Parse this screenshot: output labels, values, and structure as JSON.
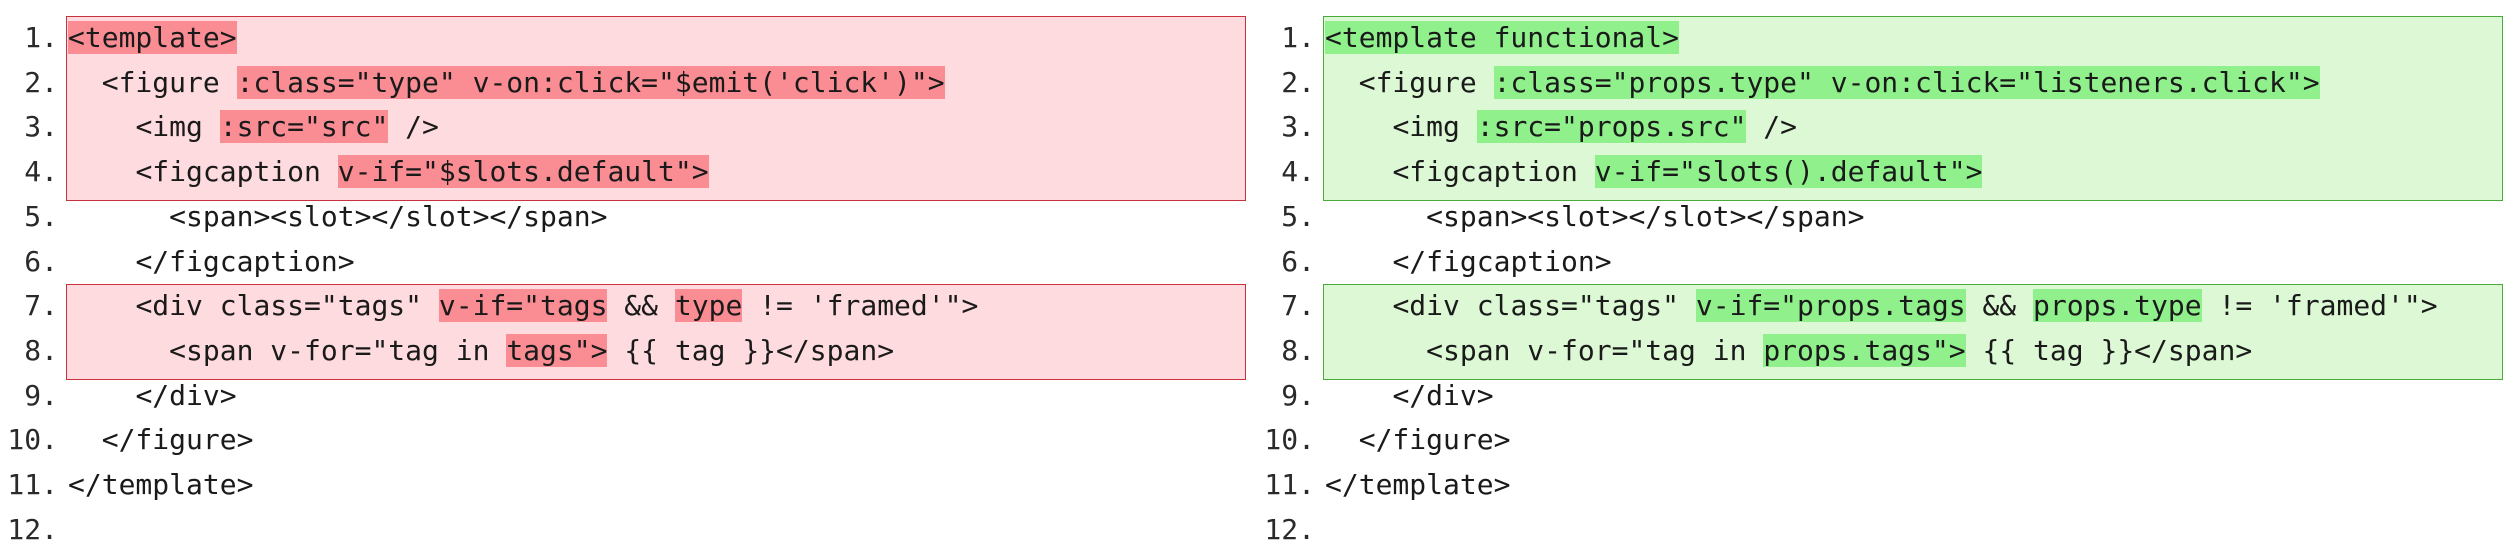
{
  "diff": {
    "left": {
      "hunks": [
        [
          1,
          4
        ],
        [
          7,
          8
        ]
      ],
      "lines": [
        {
          "n": "1.",
          "i": 0,
          "seg": [
            {
              "t": "<template>",
              "h": true
            }
          ]
        },
        {
          "n": "2.",
          "i": 1,
          "seg": [
            {
              "t": "<figure "
            },
            {
              "t": ":class=\"type\" v-on:click=\"$emit('click')\">",
              "h": true
            }
          ]
        },
        {
          "n": "3.",
          "i": 2,
          "seg": [
            {
              "t": "<img "
            },
            {
              "t": ":src=\"src\"",
              "h": true
            },
            {
              "t": " />"
            }
          ]
        },
        {
          "n": "4.",
          "i": 2,
          "seg": [
            {
              "t": "<figcaption "
            },
            {
              "t": "v-if=\"$slots.default\">",
              "h": true
            }
          ]
        },
        {
          "n": "5.",
          "i": 3,
          "seg": [
            {
              "t": "<span><slot></slot></span>"
            }
          ]
        },
        {
          "n": "6.",
          "i": 2,
          "seg": [
            {
              "t": "</figcaption>"
            }
          ]
        },
        {
          "n": "7.",
          "i": 2,
          "seg": [
            {
              "t": "<div class=\"tags\" "
            },
            {
              "t": "v-if=\"tags",
              "h": true
            },
            {
              "t": " && "
            },
            {
              "t": "type",
              "h": true
            },
            {
              "t": " != 'framed'\">"
            }
          ]
        },
        {
          "n": "8.",
          "i": 3,
          "seg": [
            {
              "t": "<span v-for=\"tag in "
            },
            {
              "t": "tags\">",
              "h": true
            },
            {
              "t": " {{ tag }}</span>"
            }
          ]
        },
        {
          "n": "9.",
          "i": 2,
          "seg": [
            {
              "t": "</div>"
            }
          ]
        },
        {
          "n": "10.",
          "i": 1,
          "seg": [
            {
              "t": "</figure>"
            }
          ]
        },
        {
          "n": "11.",
          "i": 0,
          "seg": [
            {
              "t": "</template>"
            }
          ]
        },
        {
          "n": "12.",
          "i": 0,
          "seg": []
        }
      ]
    },
    "right": {
      "hunks": [
        [
          1,
          4
        ],
        [
          7,
          8
        ]
      ],
      "lines": [
        {
          "n": "1.",
          "i": 0,
          "seg": [
            {
              "t": "<template functional>",
              "h": true
            }
          ]
        },
        {
          "n": "2.",
          "i": 1,
          "seg": [
            {
              "t": "<figure "
            },
            {
              "t": ":class=\"props.type\" v-on:click=\"listeners.click\">",
              "h": true
            }
          ]
        },
        {
          "n": "3.",
          "i": 2,
          "seg": [
            {
              "t": "<img "
            },
            {
              "t": ":src=\"props.src\"",
              "h": true
            },
            {
              "t": " />"
            }
          ]
        },
        {
          "n": "4.",
          "i": 2,
          "seg": [
            {
              "t": "<figcaption "
            },
            {
              "t": "v-if=\"slots().default\">",
              "h": true
            }
          ]
        },
        {
          "n": "5.",
          "i": 3,
          "seg": [
            {
              "t": "<span><slot></slot></span>"
            }
          ]
        },
        {
          "n": "6.",
          "i": 2,
          "seg": [
            {
              "t": "</figcaption>"
            }
          ]
        },
        {
          "n": "7.",
          "i": 2,
          "seg": [
            {
              "t": "<div class=\"tags\" "
            },
            {
              "t": "v-if=\"props.tags",
              "h": true
            },
            {
              "t": " && "
            },
            {
              "t": "props.type",
              "h": true
            },
            {
              "t": " != 'framed'\">"
            }
          ]
        },
        {
          "n": "8.",
          "i": 3,
          "seg": [
            {
              "t": "<span v-for=\"tag in "
            },
            {
              "t": "props.tags\">",
              "h": true
            },
            {
              "t": " {{ tag }}</span>"
            }
          ]
        },
        {
          "n": "9.",
          "i": 2,
          "seg": [
            {
              "t": "</div>"
            }
          ]
        },
        {
          "n": "10.",
          "i": 1,
          "seg": [
            {
              "t": "</figure>"
            }
          ]
        },
        {
          "n": "11.",
          "i": 0,
          "seg": [
            {
              "t": "</template>"
            }
          ]
        },
        {
          "n": "12.",
          "i": 0,
          "seg": []
        }
      ]
    }
  },
  "colors": {
    "removed_bg": "#fedbdf",
    "removed_border": "#c8323c",
    "removed_highlight": "#f98d93",
    "added_bg": "#dcf8d4",
    "added_border": "#4ca93c",
    "added_highlight": "#8ff08c"
  }
}
